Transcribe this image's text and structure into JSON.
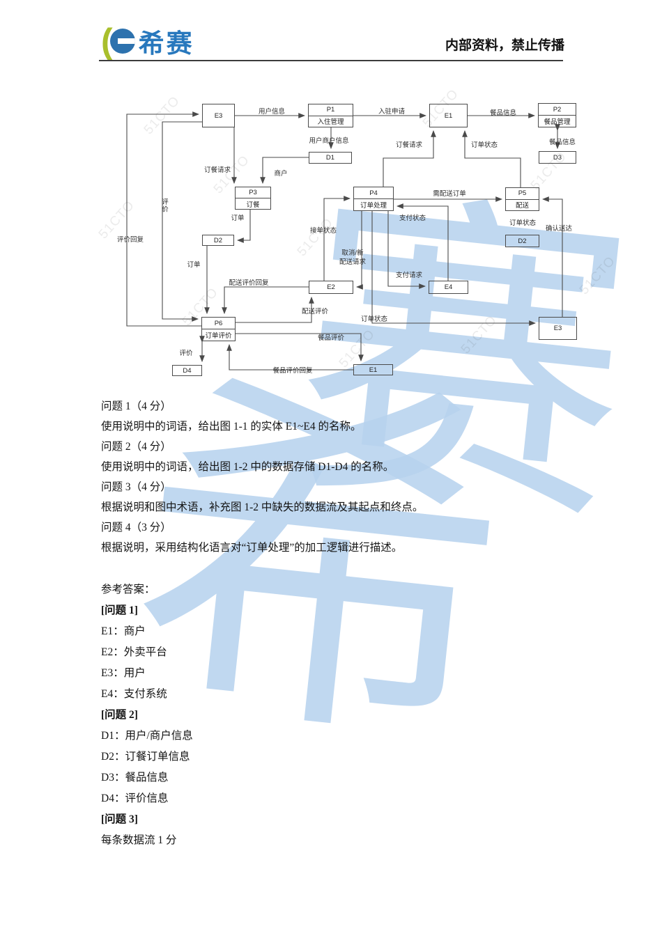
{
  "header": {
    "brand": "希赛",
    "notice": "内部资料，禁止传播"
  },
  "watermark": {
    "char_top": "赛",
    "char_bottom": "希",
    "ghost": "51CTO"
  },
  "diagram": {
    "entities": {
      "e3_top": "E3",
      "e1_top": "E1",
      "e2": "E2",
      "e4": "E4",
      "e3_bottom": "E3",
      "e1_bottom": "E1"
    },
    "processes": {
      "p1": {
        "id": "P1",
        "name": "入住管理"
      },
      "p2": {
        "id": "P2",
        "name": "餐品管理"
      },
      "p3": {
        "id": "P3",
        "name": "订餐"
      },
      "p4": {
        "id": "P4",
        "name": "订单处理"
      },
      "p5": {
        "id": "P5",
        "name": "配送"
      },
      "p6": {
        "id": "P6",
        "name": "订单评价"
      }
    },
    "stores": {
      "d1": "D1",
      "d3": "D3",
      "d2_left": "D2",
      "d2_right": "D2",
      "d4": "D4"
    },
    "flow_labels": {
      "user_info": "用户信息",
      "join_apply": "入驻申请",
      "food_info_1": "餐品信息",
      "food_info_2": "餐品信息",
      "user_merchant_info": "用户商户信息",
      "merchant": "商户",
      "order_request_1": "订餐请求",
      "order_request_2": "订餐请求",
      "order_1": "订单",
      "order_2": "订单",
      "rating_vert": "评价",
      "rating_reply": "评价回复",
      "order_status_1": "订单状态",
      "order_status_2": "订单状态",
      "order_status_3": "订单状态",
      "need_delivery_order": "需配送订单",
      "pay_status": "支付状态",
      "pay_request": "支付请求",
      "accept_status": "接单状态",
      "cancel_new_line1": "取消/新",
      "cancel_new_line2": "配送请求",
      "confirm_delivery": "确认送达",
      "delivery_rating_reply": "配送评价回复",
      "delivery_rating": "配送评价",
      "food_rating": "餐品评价",
      "food_rating_reply": "餐品评价回复",
      "rating_store": "评价"
    }
  },
  "questions": [
    {
      "title": "问题 1（4 分）",
      "body": "使用说明中的词语，给出图 1-1 的实体 E1~E4 的名称。"
    },
    {
      "title": "问题 2（4 分）",
      "body": "使用说明中的词语，给出图 1-2 中的数据存储 D1-D4  的名称。"
    },
    {
      "title": "问题 3（4 分）",
      "body": "根据说明和图中术语，补充图 1-2 中缺失的数据流及其起点和终点。"
    },
    {
      "title": "问题 4（3 分）",
      "body": "根据说明，采用结构化语言对“订单处理”的加工逻辑进行描述。"
    }
  ],
  "answers": {
    "lines": [
      "参考答案：",
      "[问题 1]",
      "E1：商户",
      "E2：外卖平台",
      "E3：用户",
      "E4：支付系统",
      "[问题 2]",
      "D1：用户/商户信息",
      "D2：订餐订单信息",
      "D3：餐品信息",
      "D4：评价信息",
      "[问题 3]",
      "每条数据流 1 分"
    ]
  }
}
